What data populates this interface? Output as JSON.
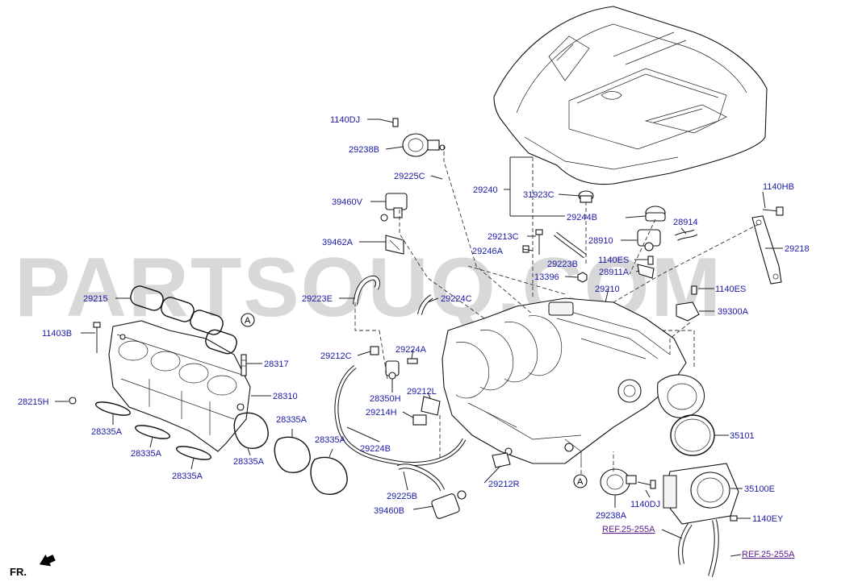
{
  "watermark": "PARTSOUQ.COM",
  "orientation": "FR.",
  "callouts": {
    "a1": "A",
    "a2": "A"
  },
  "labels": {
    "p1140DJ_top": "1140DJ",
    "p29238B": "29238B",
    "p29225C": "29225C",
    "p39460V": "39460V",
    "p39462A": "39462A",
    "p29223E": "29223E",
    "p29212C": "29212C",
    "p29224C": "29224C",
    "p29224A": "29224A",
    "p28350H": "28350H",
    "p29212L": "29212L",
    "p29214H": "29214H",
    "p29224B": "29224B",
    "p29225B": "29225B",
    "p39460B": "39460B",
    "p29212R": "29212R",
    "p29215": "29215",
    "p11403B": "11403B",
    "p28317": "28317",
    "p28310": "28310",
    "p28215H": "28215H",
    "p28335A_1": "28335A",
    "p28335A_2": "28335A",
    "p28335A_3": "28335A",
    "p28335A_4": "28335A",
    "p28335A_5": "28335A",
    "p28335A_6": "28335A",
    "p29240": "29240",
    "p31923C": "31923C",
    "p29244B": "29244B",
    "p29213C": "29213C",
    "p29246A": "29246A",
    "p29223B": "29223B",
    "p13396": "13396",
    "p28910": "28910",
    "p28914": "28914",
    "p1140ES_1": "1140ES",
    "p28911A": "28911A",
    "p29210": "29210",
    "p1140HB": "1140HB",
    "p29218": "29218",
    "p1140ES_2": "1140ES",
    "p39300A": "39300A",
    "p35101": "35101",
    "p35100E": "35100E",
    "p29238A": "29238A",
    "p1140DJ_bot": "1140DJ",
    "p1140EY": "1140EY",
    "ref1": "REF.25-255A",
    "ref2": "REF.25-255A"
  }
}
